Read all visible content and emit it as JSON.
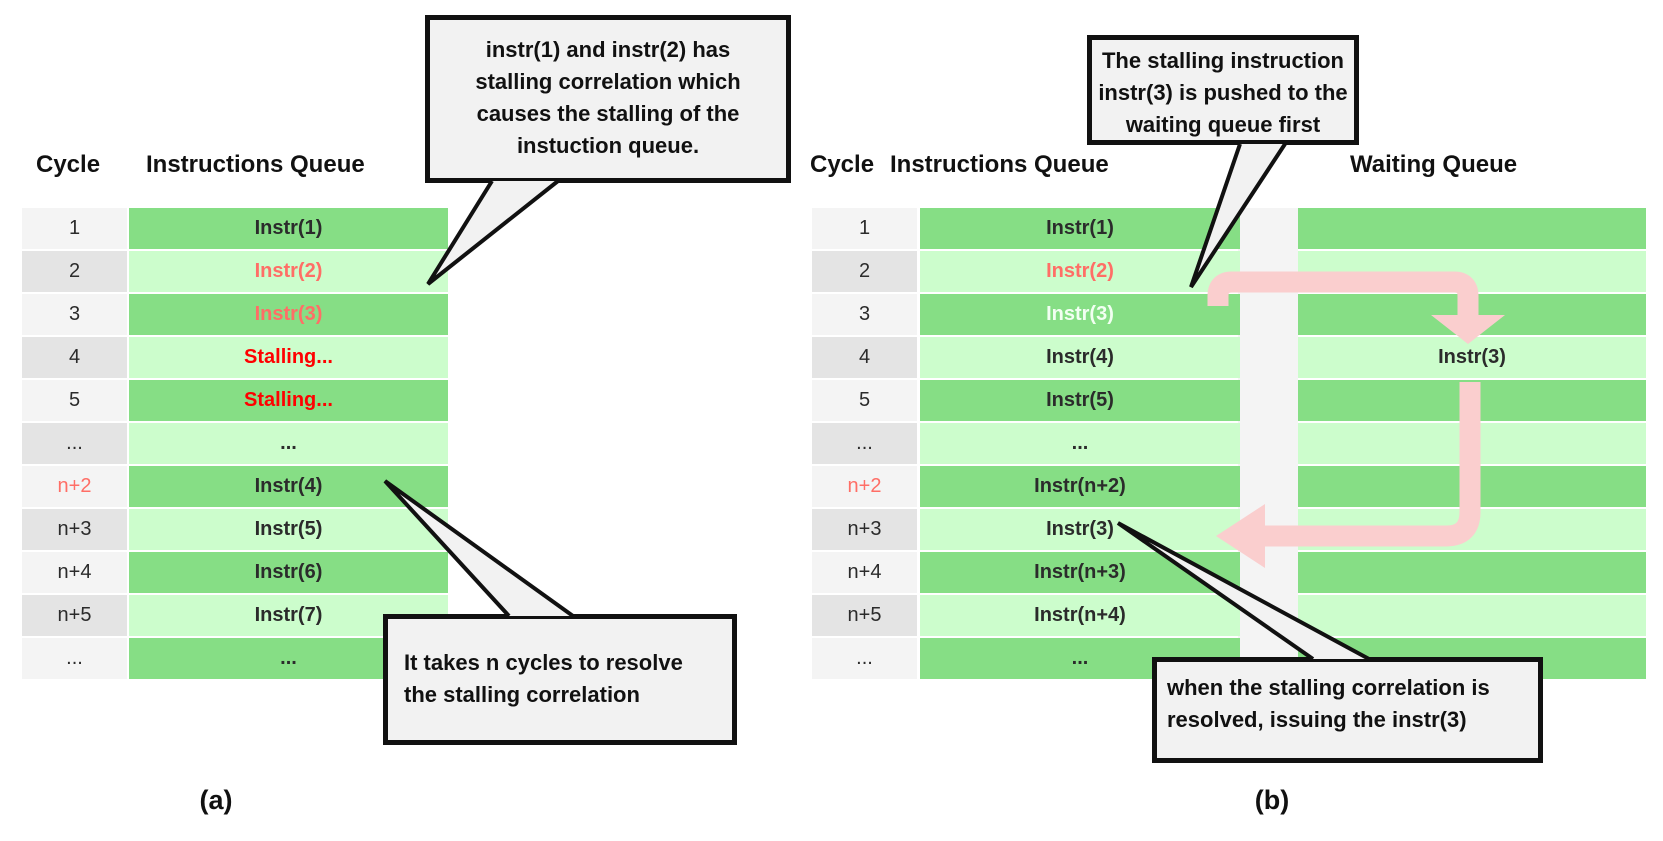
{
  "palette": {
    "green_dark": "#86DE85",
    "green_light": "#CCFDCC",
    "row_gray_light": "#F4F4F4",
    "row_gray_dark": "#E4E4E4",
    "gap_strip": "#F4F4F4",
    "callout_bg": "#F2F2F2",
    "callout_border": "#111111",
    "pink_arrow": "#FACECE",
    "salmon_text": "#FF6E66",
    "red_text": "#FF0000",
    "white_text": "#F2FFF2",
    "cell_text": "#2B2B2B"
  },
  "diagram_a": {
    "label": "(a)",
    "headers": {
      "cycle": "Cycle",
      "instructions": "Instructions Queue"
    },
    "rows": [
      {
        "cycle": "1",
        "instr": "Instr(1)"
      },
      {
        "cycle": "2",
        "instr": "Instr(2)",
        "instr_style": "salmon"
      },
      {
        "cycle": "3",
        "instr": "Instr(3)",
        "instr_style": "salmon"
      },
      {
        "cycle": "4",
        "instr": "Stalling...",
        "instr_style": "red"
      },
      {
        "cycle": "5",
        "instr": "Stalling...",
        "instr_style": "red"
      },
      {
        "cycle": "...",
        "instr": "..."
      },
      {
        "cycle": "n+2",
        "cycle_style": "salmon",
        "instr": "Instr(4)"
      },
      {
        "cycle": "n+3",
        "instr": "Instr(5)"
      },
      {
        "cycle": "n+4",
        "instr": "Instr(6)"
      },
      {
        "cycle": "n+5",
        "instr": "Instr(7)"
      },
      {
        "cycle": "...",
        "instr": "..."
      }
    ],
    "callout_top": "instr(1) and instr(2) has\nstalling correlation which\ncauses the stalling of the\ninstuction queue.",
    "callout_bottom": "It takes n cycles to resolve\nthe stalling correlation"
  },
  "diagram_b": {
    "label": "(b)",
    "headers": {
      "cycle": "Cycle",
      "instructions": "Instructions Queue",
      "waiting": "Waiting Queue"
    },
    "rows": [
      {
        "cycle": "1",
        "instr": "Instr(1)",
        "wait": ""
      },
      {
        "cycle": "2",
        "instr": "Instr(2)",
        "instr_style": "salmon",
        "wait": ""
      },
      {
        "cycle": "3",
        "instr": "Instr(3)",
        "instr_style": "white",
        "wait": ""
      },
      {
        "cycle": "4",
        "instr": "Instr(4)",
        "wait": "Instr(3)"
      },
      {
        "cycle": "5",
        "instr": "Instr(5)",
        "wait": ""
      },
      {
        "cycle": "...",
        "instr": "...",
        "wait": ""
      },
      {
        "cycle": "n+2",
        "cycle_style": "salmon",
        "instr": "Instr(n+2)",
        "wait": ""
      },
      {
        "cycle": "n+3",
        "instr": "Instr(3)",
        "wait": ""
      },
      {
        "cycle": "n+4",
        "instr": "Instr(n+3)",
        "wait": ""
      },
      {
        "cycle": "n+5",
        "instr": "Instr(n+4)",
        "wait": ""
      },
      {
        "cycle": "...",
        "instr": "...",
        "wait": ""
      }
    ],
    "callout_top": "The stalling instruction\ninstr(3) is pushed to the\nwaiting queue first",
    "callout_bottom": "when the stalling correlation is\nresolved, issuing the instr(3)"
  }
}
